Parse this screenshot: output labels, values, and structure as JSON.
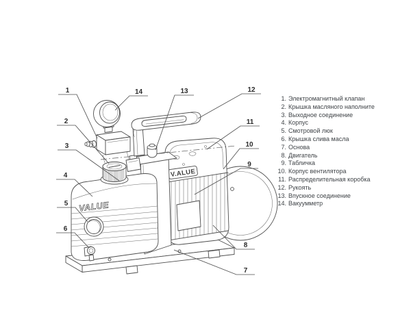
{
  "colors": {
    "background": "#ffffff",
    "legend_text": "#3f4347",
    "line": "#4d4d4d"
  },
  "diagram": {
    "description": "Технический чертёж вакуумного насоса с выносками деталей",
    "callout_numbers": [
      "1",
      "2",
      "3",
      "4",
      "5",
      "6",
      "7",
      "8",
      "9",
      "10",
      "11",
      "12",
      "13",
      "14"
    ],
    "brand": {
      "housing_logo": "VALUE",
      "motor_badge": "V.ALUE"
    }
  },
  "legend": {
    "items": [
      {
        "num": "1.",
        "label": "Электромагнитный клапан"
      },
      {
        "num": "2.",
        "label": "Крышка масляного наполните"
      },
      {
        "num": "3.",
        "label": "Выходное соединение"
      },
      {
        "num": "4.",
        "label": "Корпус"
      },
      {
        "num": "5.",
        "label": "Смотровой люк"
      },
      {
        "num": "6.",
        "label": "Крышка слива масла"
      },
      {
        "num": "7.",
        "label": "Основа"
      },
      {
        "num": "8.",
        "label": "Двигатель"
      },
      {
        "num": "9.",
        "label": "Табличка"
      },
      {
        "num": "10.",
        "label": "Корпус вентилятора"
      },
      {
        "num": "11.",
        "label": "Распределительная коробка"
      },
      {
        "num": "12.",
        "label": "Рукоять"
      },
      {
        "num": "13.",
        "label": "Впускное соединение"
      },
      {
        "num": "14.",
        "label": "Вакуумметр"
      }
    ]
  }
}
